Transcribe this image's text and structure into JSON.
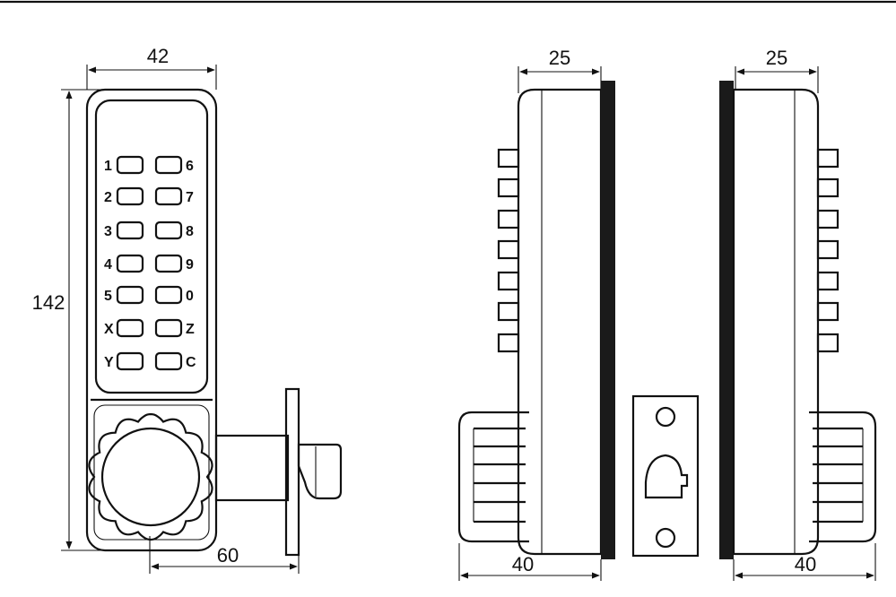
{
  "dimensions": {
    "front_width": "42",
    "front_height": "142",
    "backset": "60",
    "side_left_depth": "25",
    "side_right_depth": "25",
    "side_left_knob": "40",
    "side_right_knob": "40"
  },
  "keypad": {
    "left_labels": [
      "1",
      "2",
      "3",
      "4",
      "5",
      "X",
      "Y"
    ],
    "right_labels": [
      "6",
      "7",
      "8",
      "9",
      "0",
      "Z",
      "C"
    ]
  },
  "colors": {
    "line": "#111111",
    "background": "#ffffff"
  }
}
